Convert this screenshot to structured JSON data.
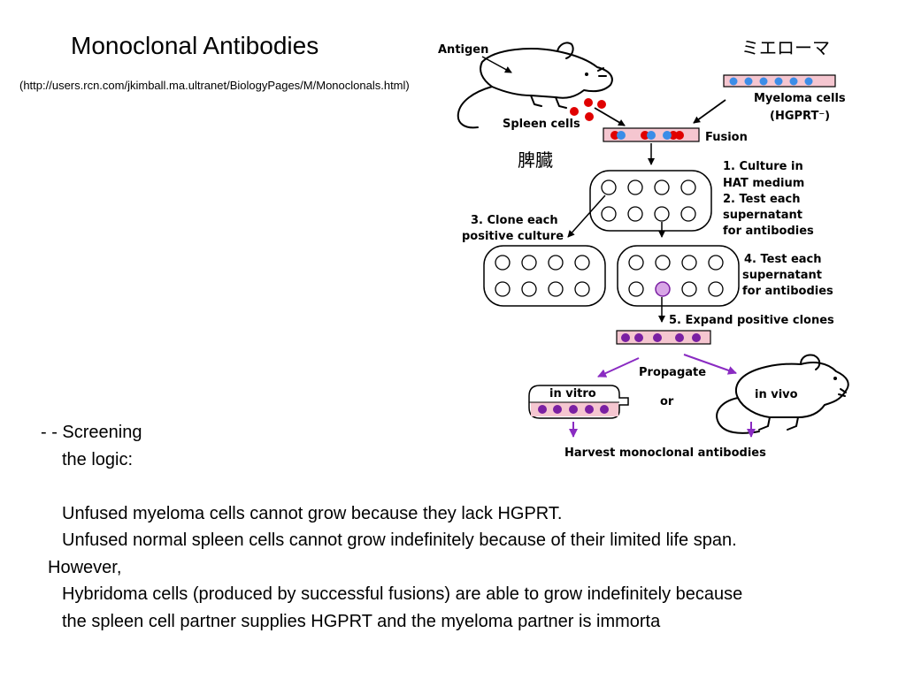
{
  "slide": {
    "title": "Monoclonal Antibodies",
    "source": "(http://users.rcn.com/jkimball.ma.ultranet/BiologyPages/M/Monoclonals.html)",
    "jp_myeloma": "ミエローマ",
    "jp_spleen": "脾臓"
  },
  "diagram": {
    "antigen": "Antigen",
    "spleen_cells": "Spleen cells",
    "myeloma_cells": "Myeloma cells",
    "hgprt": "(HGPRT⁻)",
    "fusion": "Fusion",
    "step1a": "1. Culture in",
    "step1b": "HAT medium",
    "step2a": "2. Test each",
    "step2b": "supernatant",
    "step2c": "for antibodies",
    "step3a": "3. Clone each",
    "step3b": "positive culture",
    "step4a": "4. Test each",
    "step4b": "supernatant",
    "step4c": "for antibodies",
    "step5": "5. Expand positive clones",
    "propagate": "Propagate",
    "in_vitro": "in vitro",
    "or": "or",
    "in_vivo": "in vivo",
    "harvest": "Harvest monoclonal antibodies",
    "colors": {
      "red": "#e00000",
      "blue": "#3b8de8",
      "purple": "#7a1fa2",
      "pink": "#f5c6d0",
      "arrow_purple": "#8a2bc2"
    }
  },
  "text": {
    "lines": [
      "- - Screening",
      "the logic:",
      "",
      "Unfused myeloma cells cannot grow because they lack HGPRT.",
      "Unfused normal spleen cells cannot grow indefinitely because of their limited life span.",
      "However,",
      "Hybridoma cells (produced by successful fusions) are able to grow indefinitely because",
      "the spleen cell partner supplies HGPRT and the myeloma partner is immorta"
    ]
  }
}
